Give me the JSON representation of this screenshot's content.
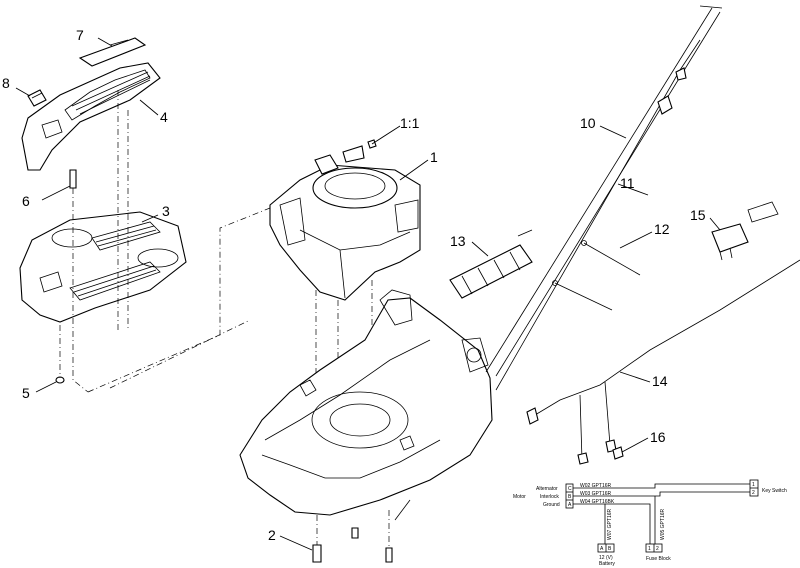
{
  "callouts": {
    "c1": "1",
    "c1_1": "1:1",
    "c2": "2",
    "c3": "3",
    "c4": "4",
    "c5": "5",
    "c6": "6",
    "c7": "7",
    "c8": "8",
    "c10": "10",
    "c11": "11",
    "c12": "12",
    "c13": "13",
    "c14": "14",
    "c15": "15",
    "c16": "16"
  },
  "schematic": {
    "motor_label": "Motor",
    "alternator_label": "Alternator",
    "interlock_label": "Interlock",
    "ground_label": "Ground",
    "pin_c": "C",
    "pin_b": "B",
    "pin_a": "A",
    "wire_1": "W02 GPT16R",
    "wire_2": "W03 GPT16R",
    "wire_3": "W04 GPT16BK",
    "wire_4": "W07 GPT16R",
    "wire_5": "W05 GPT16R",
    "key_switch_label": "Key Switch",
    "key_1": "1",
    "key_2": "2",
    "battery_label": "Battery",
    "battery_volt": "12 (V)",
    "battery_a": "A",
    "battery_b": "B",
    "fuse_label": "Fuse Block",
    "fuse_1": "1",
    "fuse_2": "2"
  }
}
